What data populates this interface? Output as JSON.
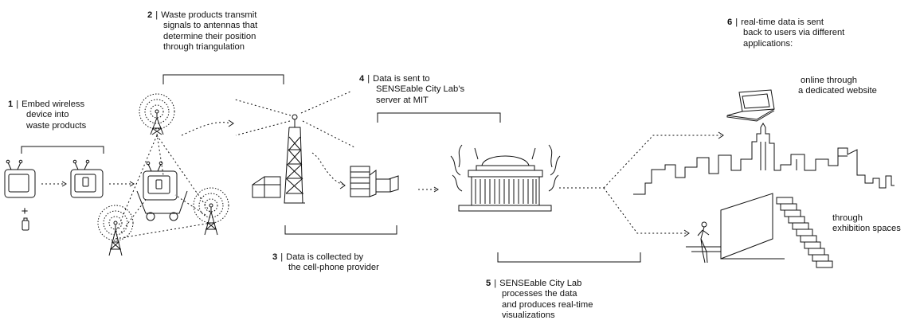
{
  "steps": [
    {
      "number": "1",
      "lines": [
        "Embed wireless",
        "device into",
        "waste products"
      ]
    },
    {
      "number": "2",
      "lines": [
        "Waste products transmit",
        "signals to antennas that",
        "determine their position",
        "through triangulation"
      ]
    },
    {
      "number": "3",
      "lines": [
        "Data is collected by",
        "the cell-phone provider"
      ]
    },
    {
      "number": "4",
      "lines": [
        "Data is sent to",
        "SENSEable City Lab’s",
        "server at MIT"
      ]
    },
    {
      "number": "5",
      "lines": [
        "SENSEable City Lab",
        "processes the data",
        "and produces real-time",
        "visualizations"
      ]
    },
    {
      "number": "6",
      "lines": [
        "real-time data is sent",
        "back to users via different",
        "applications:"
      ]
    }
  ],
  "channels": [
    {
      "lines": [
        "online through",
        "a dedicated website"
      ]
    },
    {
      "lines": [
        "through",
        "exhibition spaces"
      ]
    }
  ],
  "plus_symbol": "+",
  "separator": "|",
  "line_color": "#111111"
}
